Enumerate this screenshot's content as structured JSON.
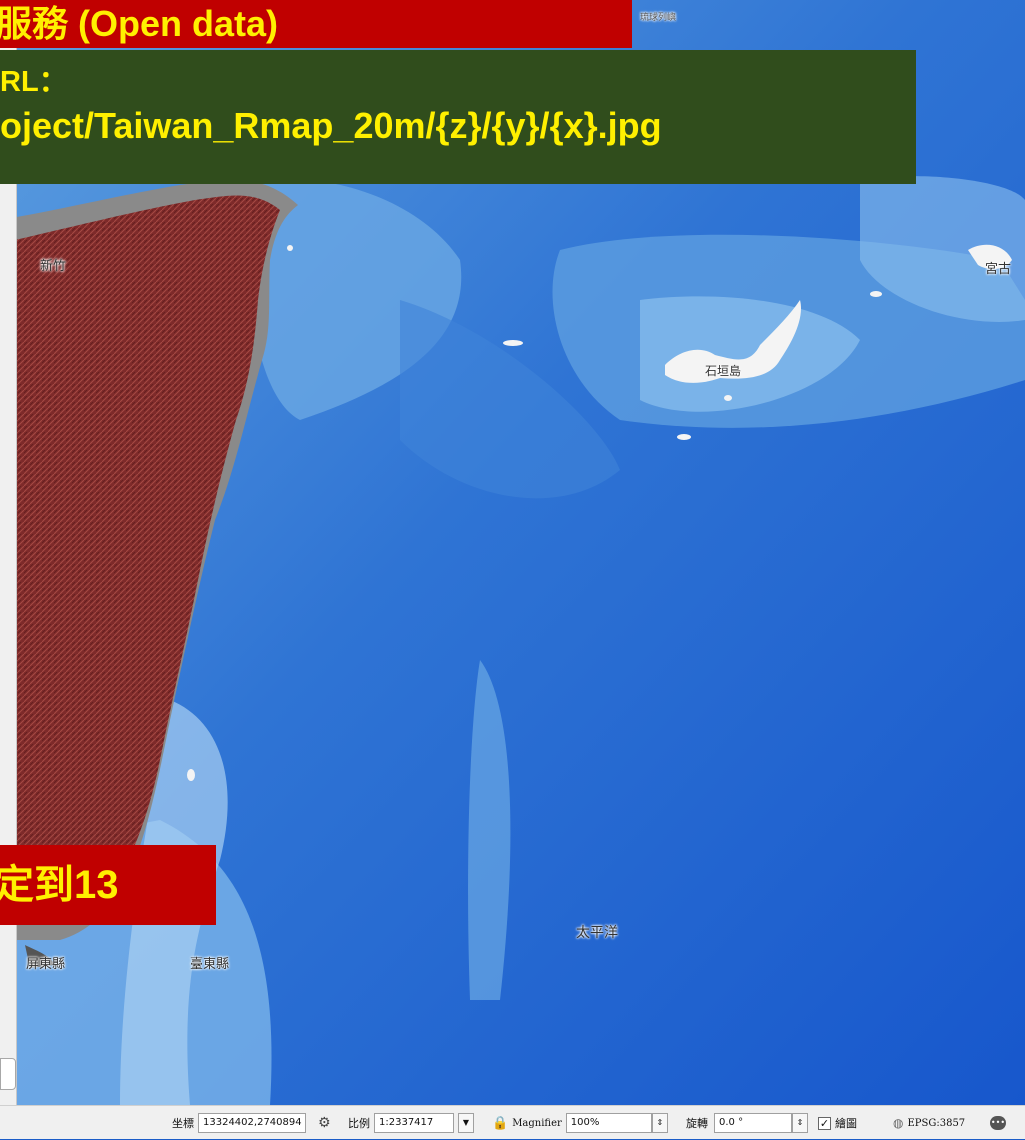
{
  "banners": {
    "title": "服務 (Open data)",
    "url_label": "RL：",
    "url_value": "oject/Taiwan_Rmap_20m/{z}/{y}/{x}.jpg",
    "zoom_note": "定到13"
  },
  "map": {
    "labels": {
      "ryukyu": "琉球列嶼",
      "hsinchu": "新竹",
      "miyako": "宮古",
      "ishigaki": "石垣島",
      "pacific": "太平洋",
      "pingtung": "屏東縣",
      "taitung": "臺東縣"
    }
  },
  "status_bar": {
    "coord_label": "坐標",
    "coord_value": "13324402,2740894",
    "scale_label": "比例",
    "scale_value": "1:2337417",
    "magnifier_label": "Magnifier",
    "magnifier_value": "100%",
    "rotation_label": "旋轉",
    "rotation_value": "0.0 °",
    "render_label": "繪圖",
    "render_checked": "✓",
    "crs_label": "EPSG:3857"
  }
}
